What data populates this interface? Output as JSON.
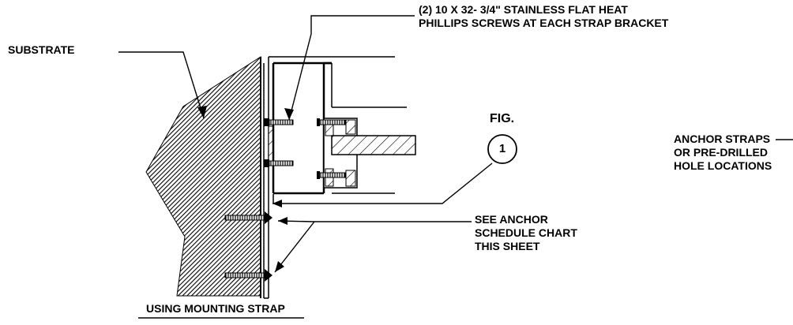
{
  "drawing": {
    "labels": {
      "screws": [
        "(2) 10 X 32- 3/4\" STAINLESS FLAT HEAT",
        "PHILLIPS SCREWS AT EACH STRAP BRACKET"
      ],
      "substrate": "SUBSTRATE",
      "fig": "FIG.",
      "fig_number": "1",
      "anchor_schedule": [
        "SEE ANCHOR",
        "SCHEDULE CHART",
        "THIS SHEET"
      ],
      "anchor_straps": [
        "ANCHOR STRAPS",
        "OR PRE-DRILLED",
        "HOLE LOCATIONS"
      ],
      "caption": "USING MOUNTING STRAP"
    }
  }
}
